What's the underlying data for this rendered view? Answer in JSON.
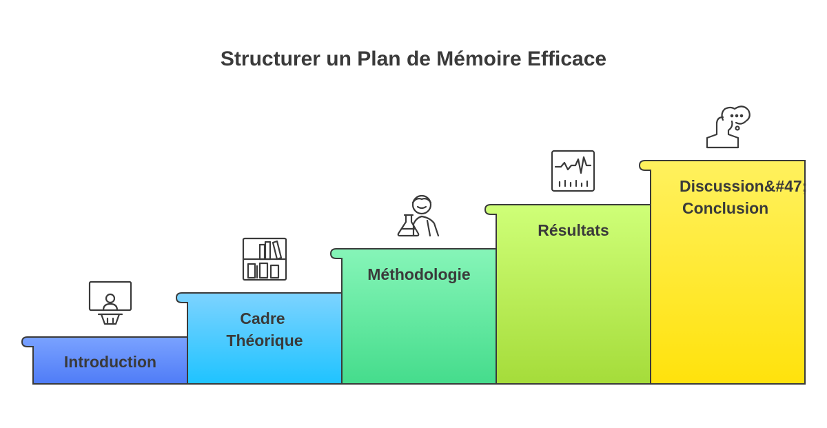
{
  "title": "Structurer un Plan de Mémoire Efficace",
  "steps": [
    {
      "line1": "Introduction",
      "line2": "",
      "icon": "presenter-at-lectern-icon",
      "color_top": "#7aa2ff",
      "color_bottom": "#4f7cf7"
    },
    {
      "line1": "Cadre",
      "line2": "Théorique",
      "icon": "bookshelf-icon",
      "color_top": "#7dd3ff",
      "color_bottom": "#1fc3ff"
    },
    {
      "line1": "Méthodologie",
      "line2": "",
      "icon": "scientist-with-flask-icon",
      "color_top": "#86f5b8",
      "color_bottom": "#45dc8c"
    },
    {
      "line1": "Résultats",
      "line2": "",
      "icon": "waveform-monitor-icon",
      "color_top": "#cfff78",
      "color_bottom": "#a5dc3a"
    },
    {
      "line1": "Discussion&#47;",
      "line2": "Conclusion",
      "icon": "person-thinking-speech-bubble-icon",
      "color_top": "#fff15e",
      "color_bottom": "#ffe20c"
    }
  ],
  "outline_color": "#3a3a3a"
}
